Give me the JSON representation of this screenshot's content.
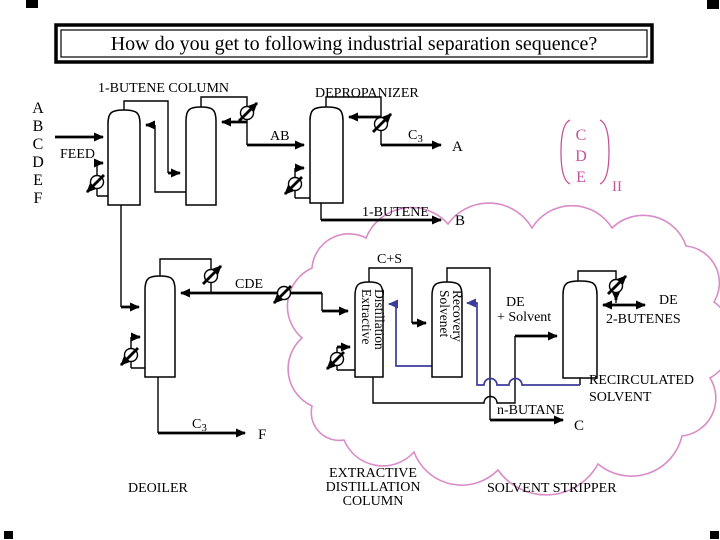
{
  "title": "How do you get to following industrial separation sequence?",
  "colors": {
    "cloud": "#d98cc8",
    "bracket_text": "#c4549c",
    "solvent_line": "#3b3b9c",
    "diagram_line": "#000000"
  },
  "feed_components": [
    "A",
    "B",
    "C",
    "D",
    "E",
    "F"
  ],
  "labels": {
    "feed": "FEED",
    "butene_column": "1-BUTENE COLUMN",
    "depropanizer": "DEPROPANIZER",
    "ab": "AB",
    "c3_base": "C",
    "c3_sub": "3",
    "a": "A",
    "butene": "1-BUTENE",
    "b": "B",
    "cde": "CDE",
    "cs": "C+S",
    "de1": "DE",
    "desolv": "+ Solvent",
    "de2": "DE",
    "butenes2": "2-BUTENES",
    "nbutane": "n-BUTANE",
    "c": "C",
    "f": "F",
    "recirc1": "RECIRCULATED",
    "recirc2": "SOLVENT",
    "deoiler": "DEOILER",
    "ed_name1": "EXTRACTIVE",
    "ed_name2": "DISTILLATION",
    "ed_name3": "COLUMN",
    "stripper": "SOLVENT STRIPPER",
    "ed_internal1": "Extractive",
    "ed_internal2": "Distillation",
    "sr_internal1": "Solvenet",
    "sr_internal2": "Recovery"
  },
  "bracket_group": {
    "letters": [
      "C",
      "D",
      "E"
    ],
    "subscript": "II"
  }
}
